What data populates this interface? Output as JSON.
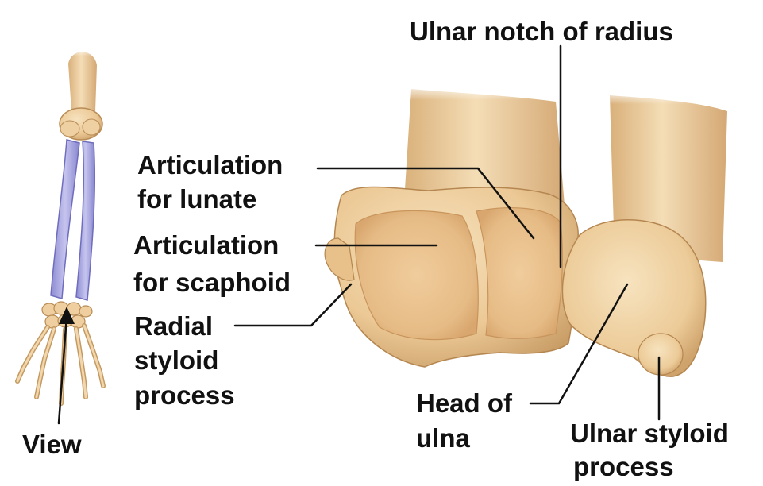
{
  "colors": {
    "bone_base": "#ecc996",
    "bone_light": "#f6e2be",
    "bone_shadow": "#caa06a",
    "articular_cartilage": "#f0cc9c",
    "forearm_highlight": "#b9b7e6",
    "text": "#111111",
    "background": "#ffffff"
  },
  "labels": {
    "ulnar_notch": "Ulnar notch of radius",
    "art_lunate_1": "Articulation",
    "art_lunate_2": "for lunate",
    "art_scaphoid_1": "Articulation",
    "art_scaphoid_2": "for scaphoid",
    "radial_styloid_1": "Radial",
    "radial_styloid_2": "styloid",
    "radial_styloid_3": "process",
    "head_ulna_1": "Head of",
    "head_ulna_2": "ulna",
    "ulnar_styloid_1": "Ulnar styloid",
    "ulnar_styloid_2": "process",
    "view": "View"
  }
}
